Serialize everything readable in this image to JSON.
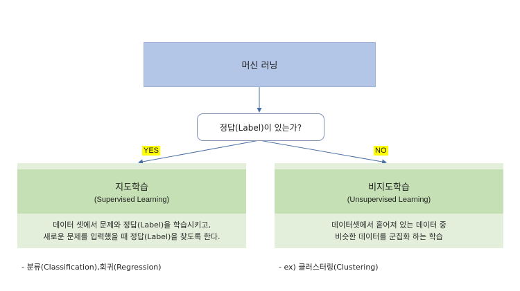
{
  "root": {
    "label": "머신 러닝"
  },
  "question": {
    "label": "정답(Label)이 있는가?"
  },
  "branches": {
    "yes": "YES",
    "no": "NO"
  },
  "supervised": {
    "title": "지도학습",
    "subtitle": "(Supervised Learning)",
    "description": [
      "데이터 셋에서 문제와 정답(Label)을 학습시키고,",
      "새로운 문제를 입력했을 때 정답(Label)을 찾도록 한다."
    ],
    "example": "- 분류(Classification),회귀(Regression)"
  },
  "unsupervised": {
    "title": "비지도학습",
    "subtitle": "(Unsupervised Learning)",
    "description": [
      "데이터셋에서 흩어져 있는 데이터 중",
      "비슷한 데이터를 군집화 하는 학습"
    ],
    "example": "- ex) 클러스터링(Clustering)"
  },
  "colors": {
    "root_fill": "#b4c6e7",
    "header_fill": "#c5e0b4",
    "desc_fill": "#e3eedb",
    "connector": "#4a6fa5",
    "highlight": "#ffff00"
  }
}
